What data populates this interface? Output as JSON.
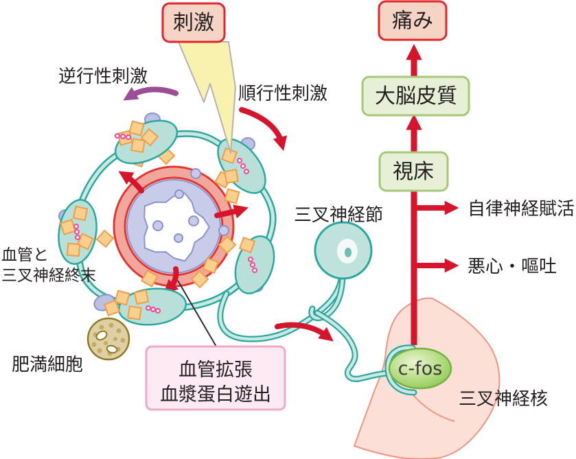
{
  "diagram": {
    "boxes": {
      "stimulus": "刺激",
      "pain": "痛み",
      "cerebral_cortex": "大脳皮質",
      "thalamus": "視床",
      "vasodilation_line1": "血管拡張",
      "vasodilation_line2": "血漿蛋白遊出"
    },
    "labels": {
      "retrograde_stimulation": "逆行性刺激",
      "anterograde_stimulation": "順行性刺激",
      "trigeminal_ganglion": "三叉神経節",
      "autonomic_activation": "自律神経賦活",
      "nausea_vomiting": "悪心・嘔吐",
      "vessel_line1": "血管と",
      "vessel_line2": "三叉神経終末",
      "mast_cell": "肥満細胞",
      "cfos": "c-fos",
      "trigeminal_nucleus": "三叉神経核"
    },
    "colors": {
      "arrow_red": "#d6152d",
      "retrograde_purple": "#9b4d97",
      "nerve_teal": "#2aa79e",
      "terminal_fill": "#b9e0d8",
      "vessel_border_red": "#e5332e",
      "vessel_band_salmon": "#f2a79c",
      "endothelium_lavender": "#c8cce9",
      "neuropeptide_orange": "#f9cf8e",
      "stimulus_box_fill": "#f6d4c5",
      "stimulus_box_border": "#e3242b",
      "green_box_fill": "#e7efd7",
      "green_box_border": "#a3c878",
      "info_box_fill": "#fdeaf2",
      "info_box_border": "#f0aac8",
      "cfos_green": "#8cc84e",
      "nucleus_pink": "#fcdfd7",
      "mast_cell_tan": "#ded0a4",
      "lightning_yellow": "#f9f2ae"
    }
  }
}
